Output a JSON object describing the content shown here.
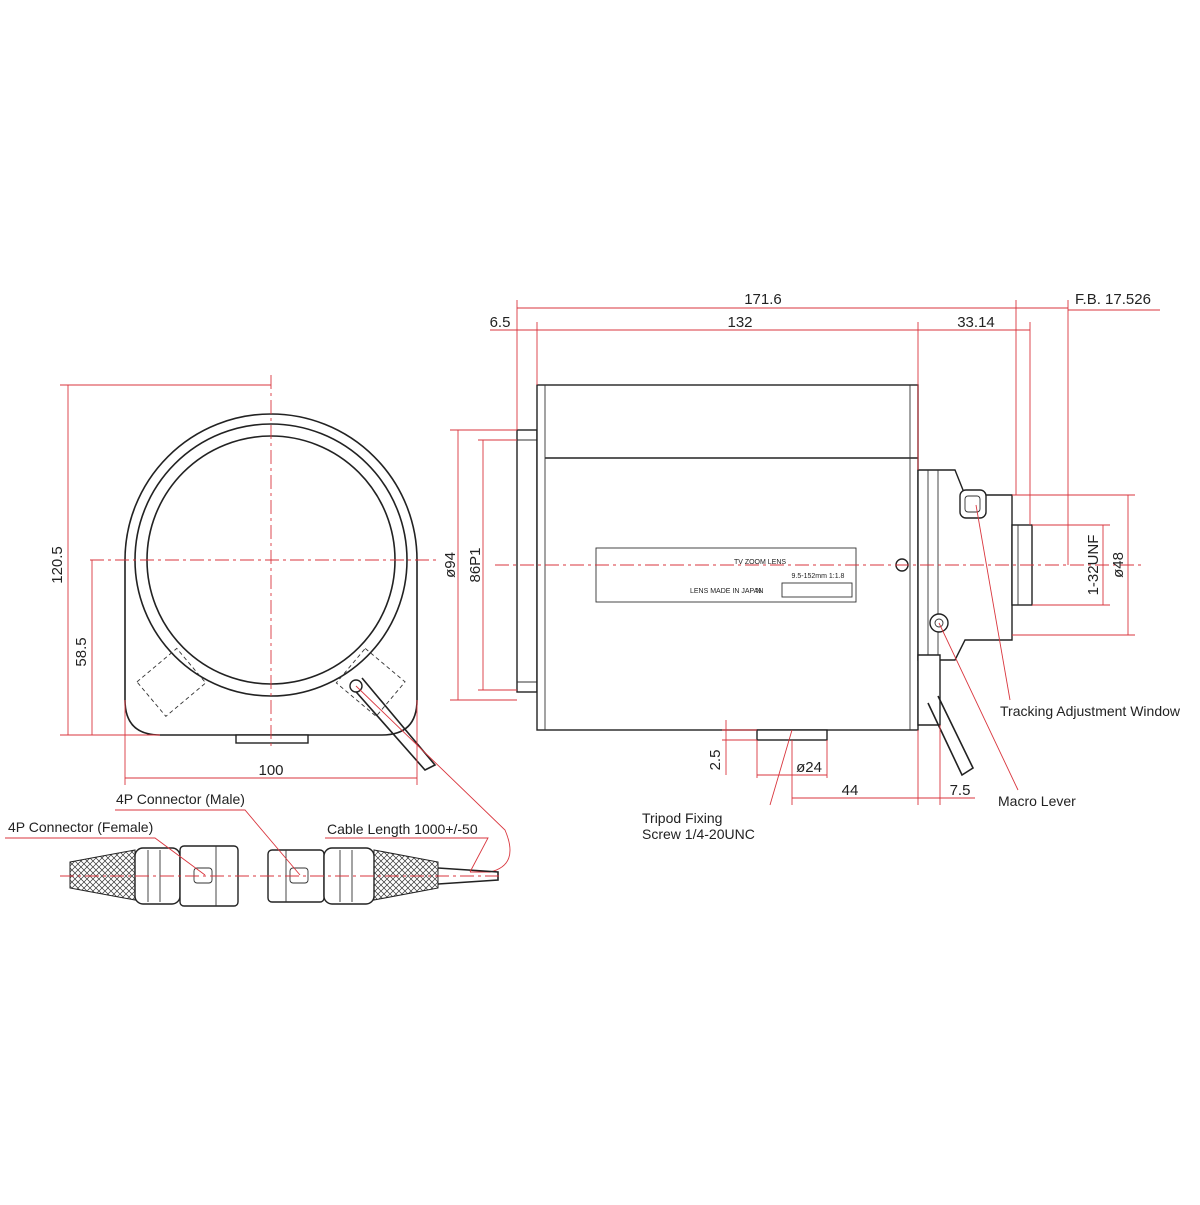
{
  "dimensions": {
    "total_length": "171.6",
    "flange_offset": "6.5",
    "body_length": "132",
    "back_length": "33.14",
    "flange_back": "F.B. 17.526",
    "height_total": "120.5",
    "height_center": "58.5",
    "width": "100",
    "front_diameter": "ø94",
    "filter_thread": "86P1",
    "mount_thread": "1-32UNF",
    "rear_diameter": "ø48",
    "tripod_diameter": "ø24",
    "tripod_height": "2.5",
    "tripod_distance": "44",
    "lever_distance": "7.5"
  },
  "labels": {
    "tracking_window": "Tracking Adjustment Window",
    "macro_lever": "Macro Lever",
    "tripod_line1": "Tripod Fixing",
    "tripod_line2": "Screw 1/4-20UNC",
    "connector_male": "4P Connector (Male)",
    "connector_female": "4P Connector (Female)",
    "cable_length": "Cable Length 1000+/-50"
  },
  "plate": {
    "title": "TV ZOOM LENS",
    "spec": "9.5-152mm  1:1.8",
    "made_in": "LENS MADE IN JAPAN",
    "serial": "N"
  },
  "colors": {
    "outline": "#222222",
    "dimension": "#d9363e"
  }
}
